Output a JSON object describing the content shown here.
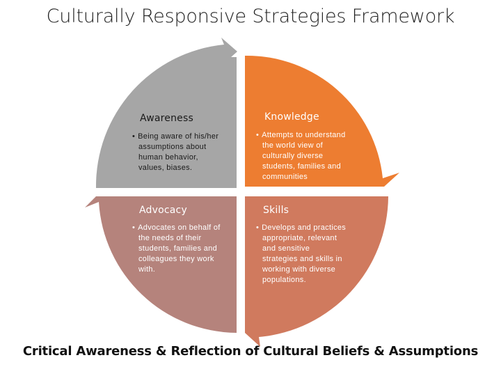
{
  "title": "Culturally Responsive Strategies Framework",
  "quadrants": [
    {
      "title": "Awareness",
      "lines": [
        "Being aware of his/her",
        "assumptions about",
        "human behavior,",
        "values, biases."
      ],
      "color": "#a6a6a6"
    },
    {
      "title": "Knowledge",
      "lines": [
        "Attempts to understand",
        "the world view of",
        "culturally diverse",
        "students, families and",
        "communities"
      ],
      "color": "#ed7d31"
    },
    {
      "title": "Advocacy",
      "lines": [
        "Advocates on behalf of",
        "the needs of their",
        "students, families and",
        "colleagues they work",
        "with."
      ],
      "color": "#b5837c"
    },
    {
      "title": "Skills",
      "lines": [
        "Develops and practices",
        "appropriate, relevant",
        "and sensitive",
        "strategies and skills in",
        "working with diverse",
        "populations."
      ],
      "color": "#d07a5e"
    }
  ],
  "footer": "Critical Awareness & Reflection of Cultural Beliefs & Assumptions"
}
